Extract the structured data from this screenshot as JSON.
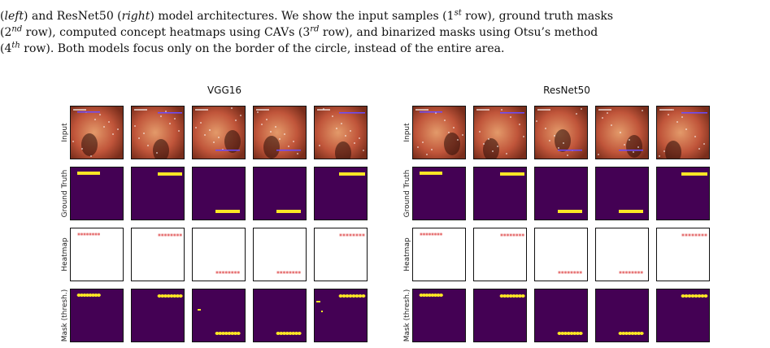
{
  "caption": {
    "line0": "(left) and ResNet50 (right) model architectures. We show the input samples (1",
    "line1_a": "(",
    "line1_left": "left",
    "line1_b": ") and ResNet50 (",
    "line1_right": "right",
    "line1_c": ") model architectures. We show the input samples (1",
    "line1_sup": "st",
    "line1_d": " row), ground truth masks",
    "line2_a": "(2",
    "line2_sup": "nd",
    "line2_b": " row), computed concept heatmaps using CAVs (3",
    "line2_sup2": "rd",
    "line2_c": " row), and binarized masks using Otsu’s method",
    "line3_a": "(4",
    "line3_sup": "th",
    "line3_b": " row). Both models focus only on the border of the circle, instead of the entire area."
  },
  "panels": [
    {
      "title": "VGG16"
    },
    {
      "title": "ResNet50"
    }
  ],
  "row_labels": [
    "Input",
    "Ground Truth",
    "Heatmap",
    "Mask (thresh.)"
  ],
  "colors": {
    "mask_bg": "#440154",
    "mask_fg": "#fde725",
    "heatmap_bg": "#ffffff",
    "heatmap_fg": "#d7191c",
    "tissue_dark": "#7a2e1c",
    "tissue_mid": "#c0553a",
    "tissue_light": "#e39a6a"
  },
  "icons": [
    "endoscopy-image"
  ]
}
